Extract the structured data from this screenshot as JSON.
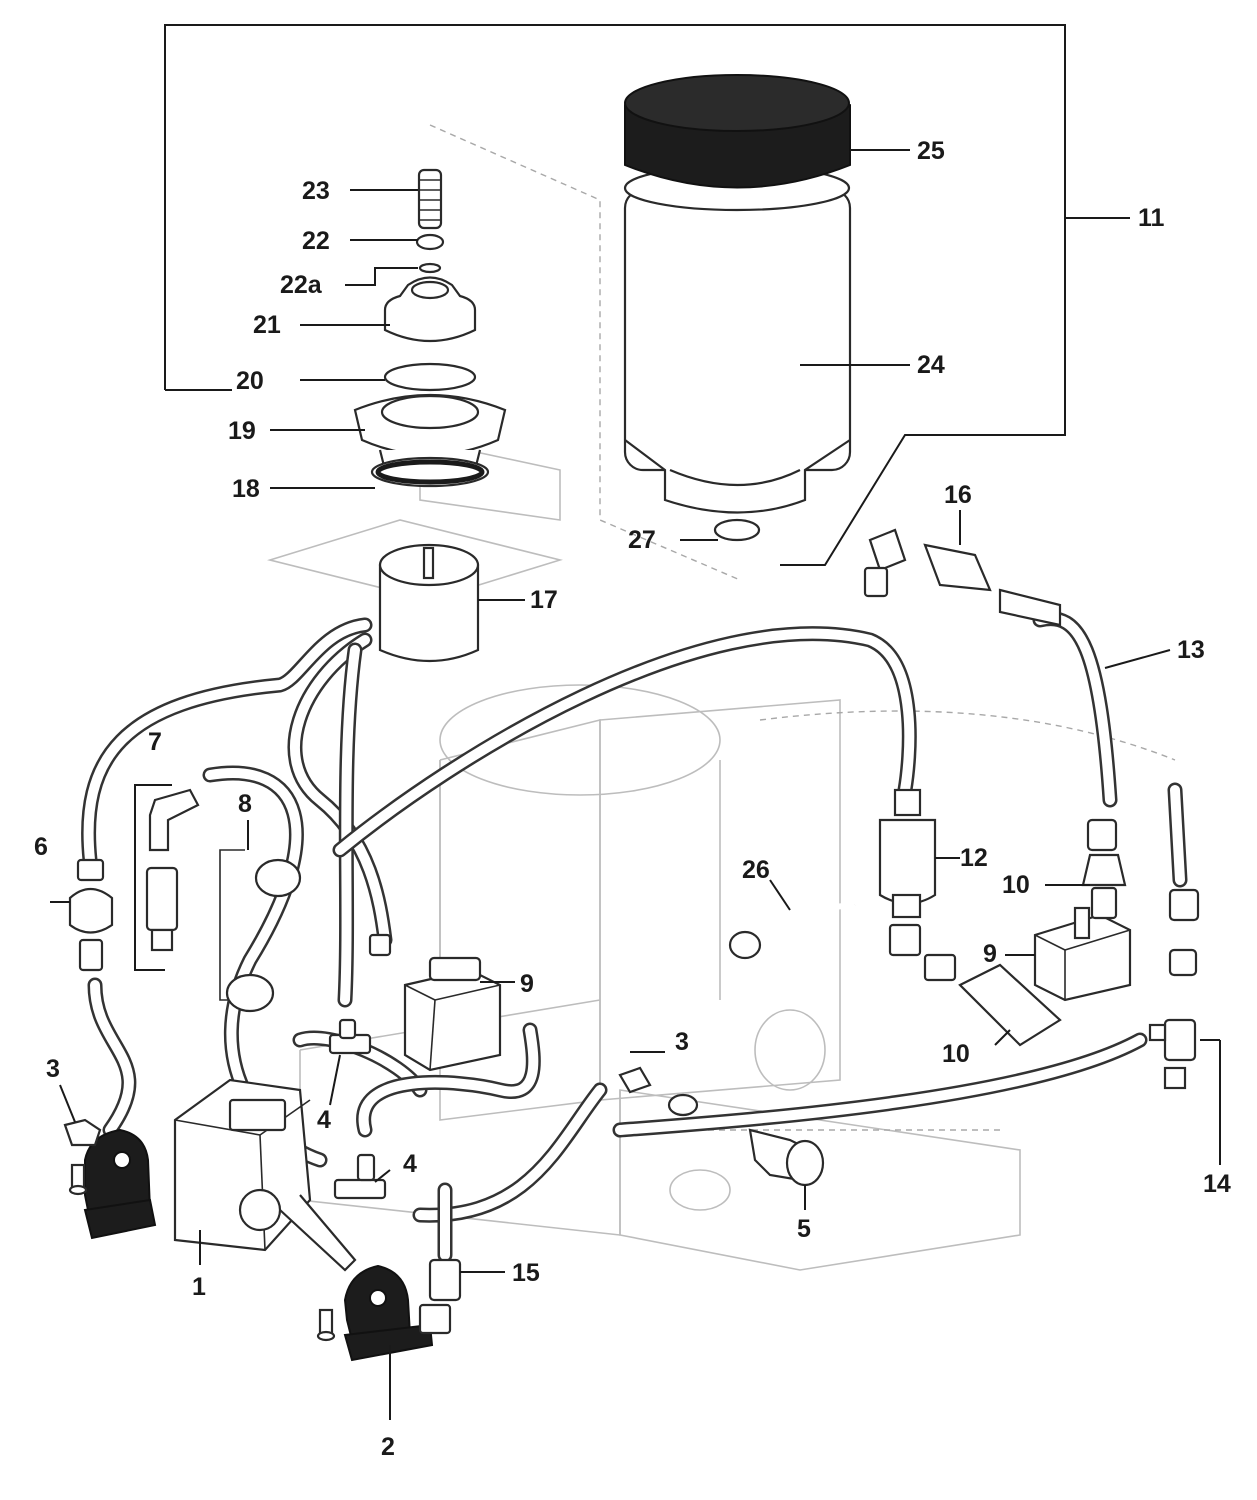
{
  "callouts": [
    {
      "id": "c1",
      "text": "1"
    },
    {
      "id": "c2",
      "text": "2"
    },
    {
      "id": "c3a",
      "text": "3"
    },
    {
      "id": "c3b",
      "text": "3"
    },
    {
      "id": "c4a",
      "text": "4"
    },
    {
      "id": "c4b",
      "text": "4"
    },
    {
      "id": "c5",
      "text": "5"
    },
    {
      "id": "c6",
      "text": "6"
    },
    {
      "id": "c7",
      "text": "7"
    },
    {
      "id": "c8",
      "text": "8"
    },
    {
      "id": "c9a",
      "text": "9"
    },
    {
      "id": "c9b",
      "text": "9"
    },
    {
      "id": "c10a",
      "text": "10"
    },
    {
      "id": "c10b",
      "text": "10"
    },
    {
      "id": "c11",
      "text": "11"
    },
    {
      "id": "c12",
      "text": "12"
    },
    {
      "id": "c13",
      "text": "13"
    },
    {
      "id": "c14",
      "text": "14"
    },
    {
      "id": "c15",
      "text": "15"
    },
    {
      "id": "c16",
      "text": "16"
    },
    {
      "id": "c17",
      "text": "17"
    },
    {
      "id": "c18",
      "text": "18"
    },
    {
      "id": "c19",
      "text": "19"
    },
    {
      "id": "c20",
      "text": "20"
    },
    {
      "id": "c21",
      "text": "21"
    },
    {
      "id": "c22",
      "text": "22"
    },
    {
      "id": "c22a",
      "text": "22a"
    },
    {
      "id": "c23",
      "text": "23"
    },
    {
      "id": "c24",
      "text": "24"
    },
    {
      "id": "c25",
      "text": "25"
    },
    {
      "id": "c26",
      "text": "26"
    },
    {
      "id": "c27",
      "text": "27"
    }
  ],
  "colors": {
    "ink": "#1a1a1a",
    "ghost": "#bdbdbd",
    "cap": "#1c1c1c"
  }
}
